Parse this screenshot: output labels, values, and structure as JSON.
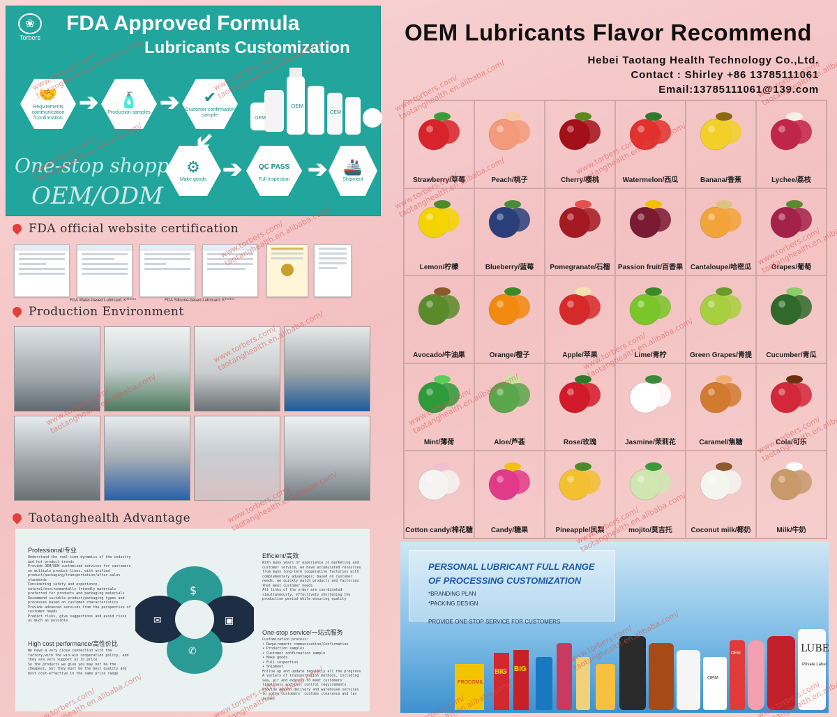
{
  "fda_panel": {
    "logo_text": "Torbers",
    "title": "FDA Approved Formula",
    "subtitle": "Lubricants Customization",
    "steps": [
      {
        "label": "Requirements communication /Confirmation",
        "icon": "handshake-icon"
      },
      {
        "label": "Production samples",
        "icon": "bottle-icon"
      },
      {
        "label": "Customer confirmation sample",
        "icon": "check-icon"
      },
      {
        "label": "Make goods",
        "icon": "gears-icon"
      },
      {
        "label": "Full inspection",
        "icon": "qc-pass-icon"
      },
      {
        "label": "Shipment",
        "icon": "ship-icon"
      }
    ],
    "script_line1": "One-stop shopping",
    "script_line2": "OEM/ODM",
    "qc_text": "QC PASS",
    "bottle_label": "OEM"
  },
  "sections": {
    "fda_cert": "FDA official website certification",
    "production": "Production Environment",
    "advantage": "Taotanghealth Advantage"
  },
  "cert_captions": [
    "FDA Water-based Lubricant: K******",
    "FDA Silicone-based Lubricant: K******"
  ],
  "advantage": {
    "professional_h": "Professional/专业",
    "professional_t": "Understand the real-time dynamics of the industry and hot product trends\nProvide OEM/ODM customized services for customers on multiple product lines, with unified product/packaging/transportation/after-sales standards\nConsidering safety and experience, natural/environmentally friendly materials preferred for products and packaging materials\nRecommend suitable product/packaging types and processes based on customer characteristics\nProvide advanced services from the perspective of customer needs\nPredict risks, give suggestions and avoid risks as much as possible",
    "high_cost_h": "High cost performance/高性价比",
    "high_cost_t": "We have a very close connection with the factory,with the win-win cooperation policy, and they are very support us in price\nSo the products we give you may not be the cheapest, but they must be the best quality and most cost-effective in the same price range",
    "efficient_h": "Efficient/高效",
    "efficient_t": "With many years of experience in marketing and customer service, we have accumulated resources from many long-term cooperative factories with complementary advantages; based on customer needs, we quickly match products and factories that meet customer needs\nAll links of the order are coordinated simultaneously, effectively shortening the production period while ensuring quality",
    "one_stop_h": "One-stop service/一站式服务",
    "one_stop_t": "Customization process:\n• Requirements communication/Confirmation\n• Production samples\n• Customer confirmation sample\n• Make goods\n• Full inspection\n• Shipment\nFollow up and update regularly all the progress\nA variety of transportation methods, including sea, air and express to meet customers' timeliness and cost control requirements. Provide Amazon delivery and warehouse services to solve customers' customs clearance and tax issues"
  },
  "header": {
    "title": "OEM Lubricants Flavor Recommend",
    "company": "Hebei Taotang Health Technology Co.,Ltd.",
    "contact": "Contact : Shirley +86 13785111061",
    "email": "Email:13785111061@139.com"
  },
  "flavors": [
    {
      "label": "Strawberry/草莓",
      "color": "#d8232a",
      "accent": "#3a9d3a"
    },
    {
      "label": "Peach/桃子",
      "color": "#f39a7a",
      "accent": "#f7c9a4"
    },
    {
      "label": "Cherry/樱桃",
      "color": "#a3101a",
      "accent": "#5a8a1e"
    },
    {
      "label": "Watermelon/西瓜",
      "color": "#e2302c",
      "accent": "#2d7a2d"
    },
    {
      "label": "Banana/香蕉",
      "color": "#f2d027",
      "accent": "#8a6a10"
    },
    {
      "label": "Lychee/荔枝",
      "color": "#c0264a",
      "accent": "#f5f0e8"
    },
    {
      "label": "Lemon/柠檬",
      "color": "#f4d400",
      "accent": "#4d8a2a"
    },
    {
      "label": "Blueberry/蓝莓",
      "color": "#2a3f7a",
      "accent": "#4a8a3a"
    },
    {
      "label": "Pomegranate/石榴",
      "color": "#a41a22",
      "accent": "#e25050"
    },
    {
      "label": "Passion fruit/百香果",
      "color": "#7a1a33",
      "accent": "#f5c000"
    },
    {
      "label": "Cantaloupe/哈密瓜",
      "color": "#f2a33a",
      "accent": "#d9c680"
    },
    {
      "label": "Grapes/葡萄",
      "color": "#a4224a",
      "accent": "#5a8a2a"
    },
    {
      "label": "Avocado/牛油果",
      "color": "#5a8a2a",
      "accent": "#8a5a2a"
    },
    {
      "label": "Orange/橙子",
      "color": "#f28a10",
      "accent": "#3a8a2a"
    },
    {
      "label": "Apple/苹果",
      "color": "#d62a2a",
      "accent": "#f5e0b0"
    },
    {
      "label": "Lime/青柠",
      "color": "#7ac62a",
      "accent": "#3a8a2a"
    },
    {
      "label": "Green Grapes/青提",
      "color": "#a8cf40",
      "accent": "#6a9a2a"
    },
    {
      "label": "Cucumber/青瓜",
      "color": "#2f6a2a",
      "accent": "#8acf6a"
    },
    {
      "label": "Mint/薄荷",
      "color": "#2f9a3a",
      "accent": "#5acf5a"
    },
    {
      "label": "Aloe/芦荟",
      "color": "#5aa64a",
      "accent": "#c8e6a0"
    },
    {
      "label": "Rose/玫瑰",
      "color": "#d21a2a",
      "accent": "#2a7a2a"
    },
    {
      "label": "Jasmine/茉莉花",
      "color": "#ffffff",
      "accent": "#3a8a3a"
    },
    {
      "label": "Caramel/焦糖",
      "color": "#d27a30",
      "accent": "#f0b070"
    },
    {
      "label": "Cola/可乐",
      "color": "#d2283a",
      "accent": "#6a3010"
    },
    {
      "label": "Cotton candy/棉花糖",
      "color": "#f5f2f2",
      "accent": "#f3c0d0"
    },
    {
      "label": "Candy/糖果",
      "color": "#e23a8a",
      "accent": "#f2c010"
    },
    {
      "label": "Pineapple/凤梨",
      "color": "#f2c030",
      "accent": "#4a8a2a"
    },
    {
      "label": "mojito/莫吉托",
      "color": "#cfe6b0",
      "accent": "#3a9a3a"
    },
    {
      "label": "Coconut milk/椰奶",
      "color": "#f5f5f0",
      "accent": "#8a5a30"
    },
    {
      "label": "Milk/牛奶",
      "color": "#c89a6a",
      "accent": "#ffffff"
    }
  ],
  "banner": {
    "title1": "PERSONAL LUBRICANT FULL RANGE",
    "title2": "OF PROCESSING CUSTOMIZATION",
    "line1": "*BRANDING PLAN",
    "line2": "*PACKING DESIGN",
    "line3": "PROVIDE ONE-STOP SERVICE FOR CUSTOMERS",
    "product_texts": [
      "PROCOMIL",
      "BIG",
      "BIG",
      "OEM",
      "OEM",
      "LUBE",
      "Private Label"
    ]
  },
  "watermark": [
    "www.torbers.com/",
    "taotanghealth.en.alibaba.com/"
  ],
  "colors": {
    "teal": "#22a59c",
    "pin": "#e2403a",
    "banner_title": "#1c5aa6"
  }
}
